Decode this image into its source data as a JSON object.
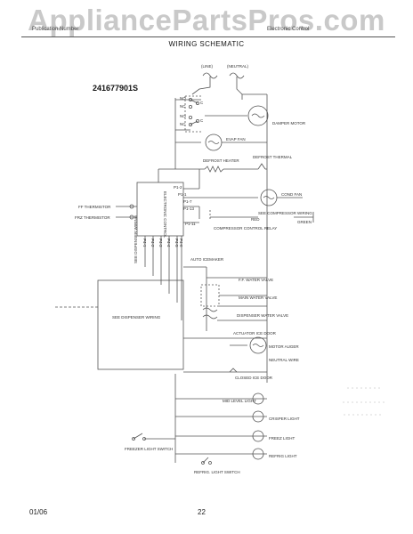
{
  "watermark": "AppliancePartsPros.com",
  "header": {
    "left": "Publication Number",
    "right": "Electronic Control"
  },
  "title": "WIRING SCHEMATIC",
  "part_number": "241677901S",
  "labels": {
    "line": "(LINE)",
    "neutral": "(NEUTRAL)",
    "no_top": "NO",
    "nc_top": "NC",
    "c_top": "C",
    "no_bottom": "NO",
    "nc_bottom": "NC",
    "c_bottom": "C",
    "damper_motor": "DAMPER MOTOR",
    "evap_fan": "EVAP FAN",
    "defrost_heater": "DEFROST HEATER",
    "defrost_thermal": "DEFROST THERMAL",
    "cond_fan": "COND FAN",
    "see_compressor_wiring": "SEE COMPRESSOR WIRING",
    "red": "RED",
    "green": "GREEN",
    "compressor_control_relay": "COMPRESSOR CONTROL RELAY",
    "ff_thermistor": "FF THERMISTOR",
    "frz_thermistor": "FRZ THERMISTOR",
    "electronic_control": "ELECTRONIC CONTROL",
    "p1_2": "P1-2",
    "p1_1": "P1-1",
    "p1_7": "P1-7",
    "p1_13": "P1-13",
    "p1_11": "P1-11",
    "p4_1": "P4-1",
    "p4_2": "P4-2",
    "p4_3": "P4-3",
    "p4_4": "P4-4",
    "p4_5": "P4-5",
    "p4_6": "P4-6",
    "see_dispenser": "SEE DISPENSER WIRING",
    "see_dispenser_vertical": "SEE DISPENSER WIRING",
    "auto_icemaker": "AUTO ICEMAKER",
    "fill_water_valve": "F.F. WATER VALVE",
    "main_water_valve": "MAIN WATER VALVE",
    "dispenser_water_valve": "DISPENSER WATER VALVE",
    "actuator_ice_door": "ACTUATOR ICE DOOR",
    "motor_auger": "MOTOR AUGER",
    "neutral_wire": "NEUTRAL WIRE",
    "closed_ice_door": "CLOSED ICE DOOR",
    "mid_level_light": "MID LEVEL LIGHT",
    "crisper_light": "CRISPER LIGHT",
    "freez_light": "FREEZ LIGHT",
    "refrig_light": "REFRIG LIGHT",
    "freezer_light_switch": "FREEZER LIGHT SWITCH",
    "refrig_light_switch": "REFRIG. LIGHT SWITCH"
  },
  "footer": {
    "date": "01/06",
    "page": "22"
  }
}
